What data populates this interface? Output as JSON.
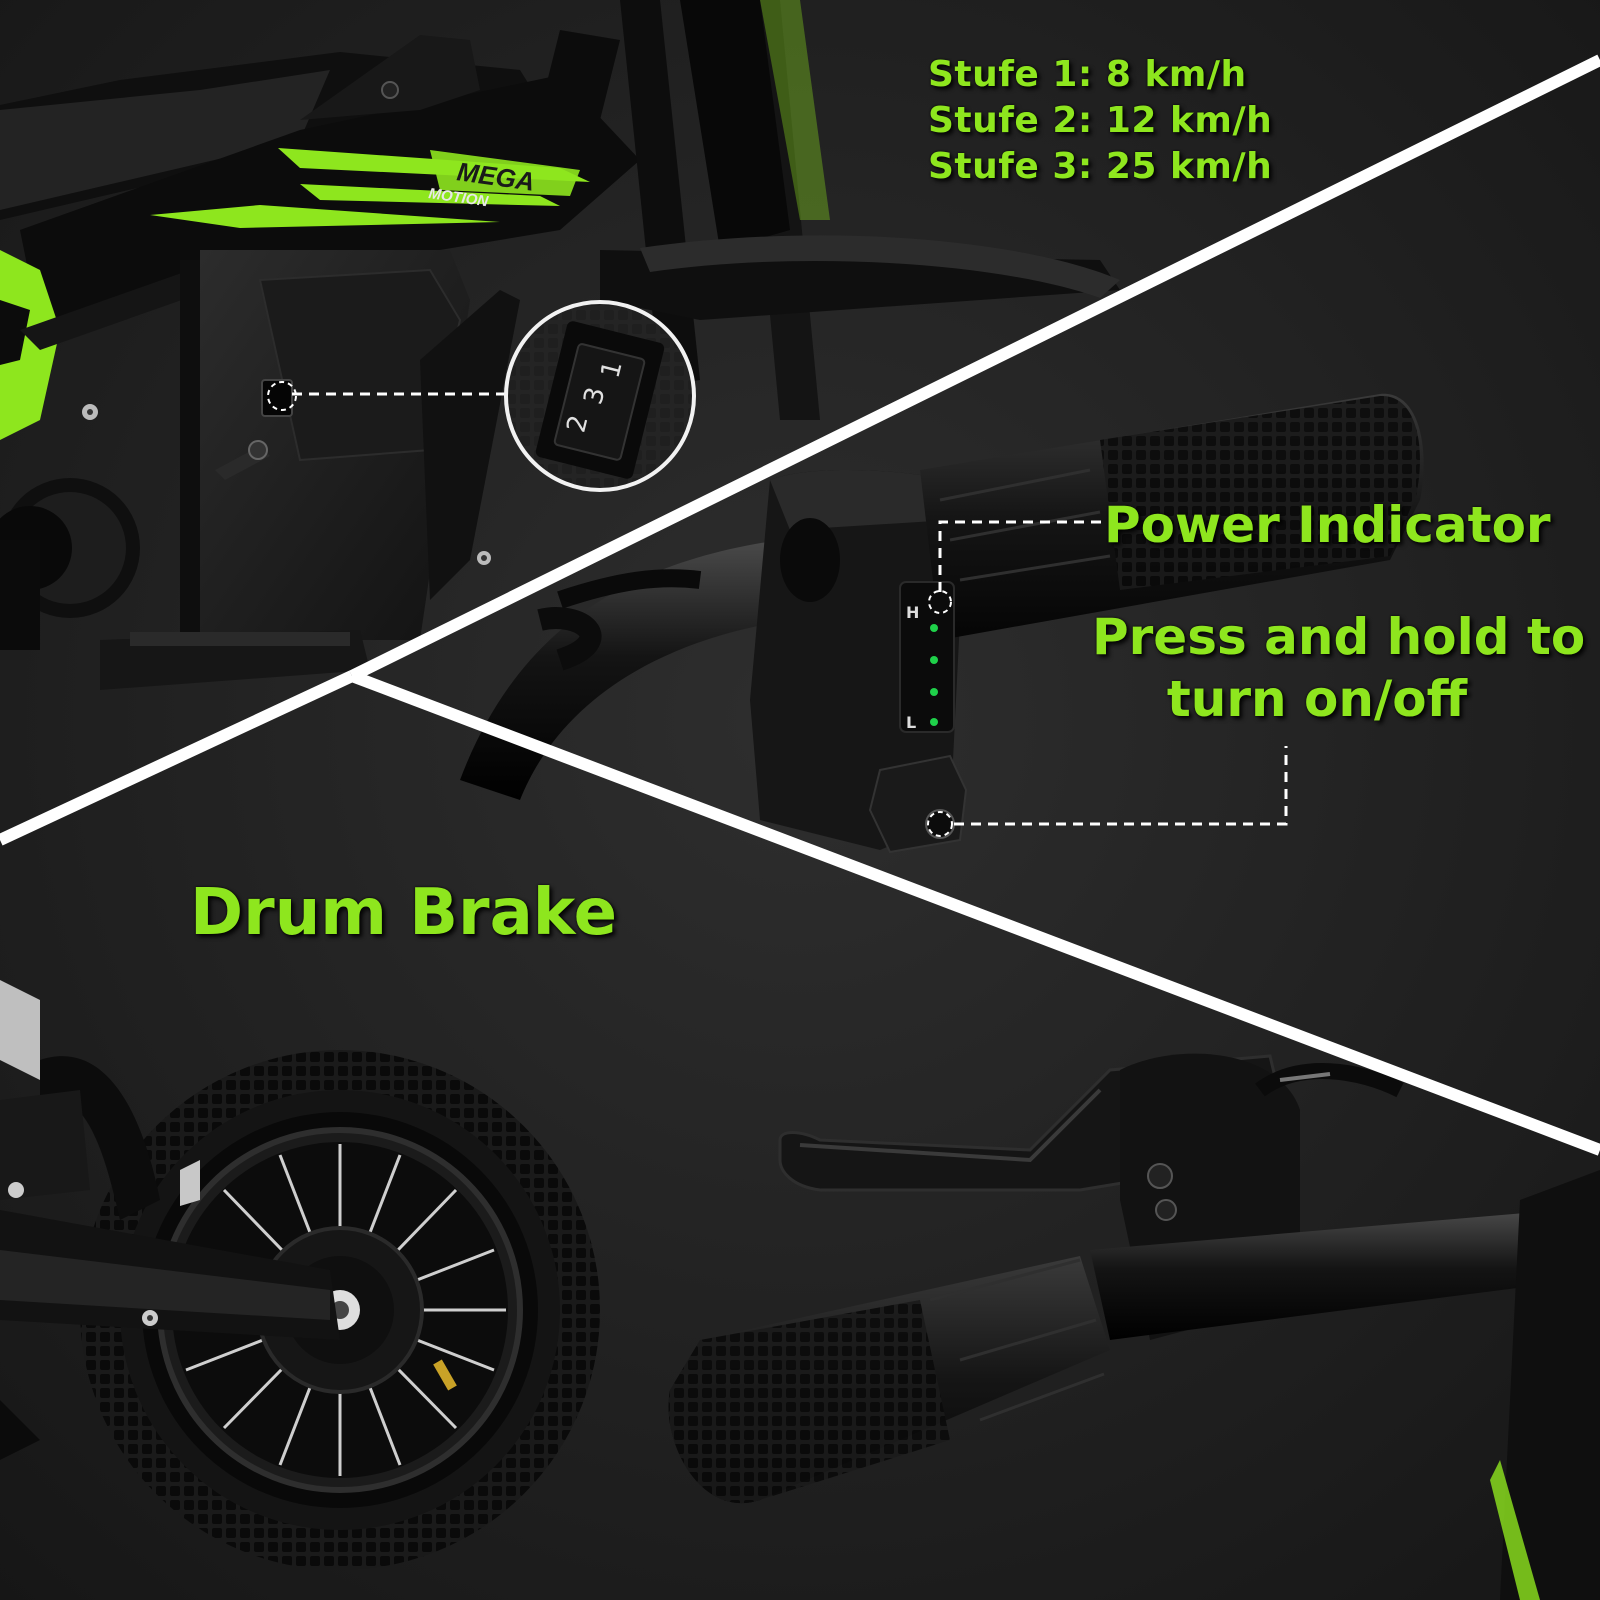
{
  "colors": {
    "accent": "#8ee61e",
    "background": "#1e1e1e",
    "divider": "#ffffff",
    "led": "#1fd14a"
  },
  "speed_levels": [
    "Stufe 1: 8 km/h",
    "Stufe 2: 12 km/h",
    "Stufe 3: 25 km/h"
  ],
  "brand_decal": {
    "line1": "MEGA",
    "line2": "MOTION"
  },
  "speed_switch_digits": [
    "1",
    "3",
    "2"
  ],
  "power_indicator": {
    "label": "Power Indicator",
    "high_mark": "H",
    "low_mark": "L"
  },
  "power_button": {
    "label_line1": "Press and hold to",
    "label_line2": "turn on/off"
  },
  "drum_brake": {
    "label": "Drum Brake"
  }
}
